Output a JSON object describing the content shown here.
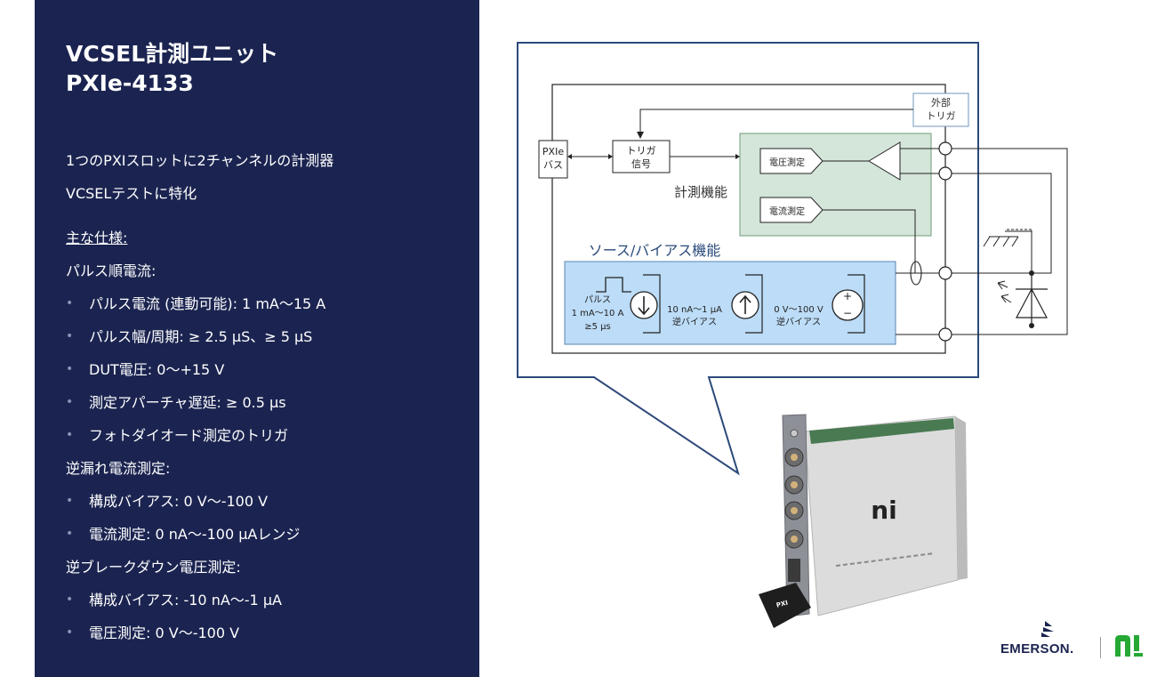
{
  "slide": {
    "title_line1": "VCSEL計測ユニット",
    "title_line2": "PXIe-4133",
    "intro": [
      "1つのPXIスロットに2チャンネルの計測器",
      "VCSELテストに特化"
    ],
    "specs_heading": "主な仕様:",
    "groups": [
      {
        "heading": "パルス順電流:",
        "items": [
          "パルス電流 (連動可能): 1 mA～15 A",
          "パルス幅/周期: ≥ 2.5 μS、≥ 5 μS",
          "DUT電圧: 0～+15 V",
          "測定アパーチャ遅延: ≥ 0.5 µs",
          "フォトダイオード測定のトリガ"
        ]
      },
      {
        "heading": "逆漏れ電流測定:",
        "items": [
          "構成バイアス: 0 V～-100 V",
          "電流測定: 0 nA～-100 µAレンジ"
        ]
      },
      {
        "heading": "逆ブレークダウン電圧測定:",
        "items": [
          "構成バイアス: -10 nA～-1 µA",
          "電圧測定: 0 V～-100 V"
        ]
      }
    ]
  },
  "diagram": {
    "ext_trigger": [
      "外部",
      "トリガ"
    ],
    "pxie_bus": [
      "PXIe",
      "バス"
    ],
    "trigger_signal": [
      "トリガ",
      "信号"
    ],
    "measure_title": "計測機能",
    "voltage_measure": "電圧測定",
    "current_measure": "電流測定",
    "source_title": "ソース/バイアス機能",
    "pulse": [
      "パルス",
      "1 mA～10 A",
      "≥5 μs"
    ],
    "rev_bias_current": [
      "10 nA～1 μA",
      "逆バイアス"
    ],
    "rev_bias_voltage": [
      "0 V～100 V",
      "逆バイアス"
    ],
    "plus_sign": "+",
    "minus_sign": "−"
  },
  "product": {
    "panel_label": "PXI",
    "logo": "ni"
  },
  "footer": {
    "emerson": "EMERSON.",
    "ni_logo": "ni"
  },
  "colors": {
    "panel_bg": "#1b2450",
    "callout_border": "#2c4a7a",
    "measure_fill": "#d4e5d9",
    "source_fill": "#bcdcf7"
  }
}
